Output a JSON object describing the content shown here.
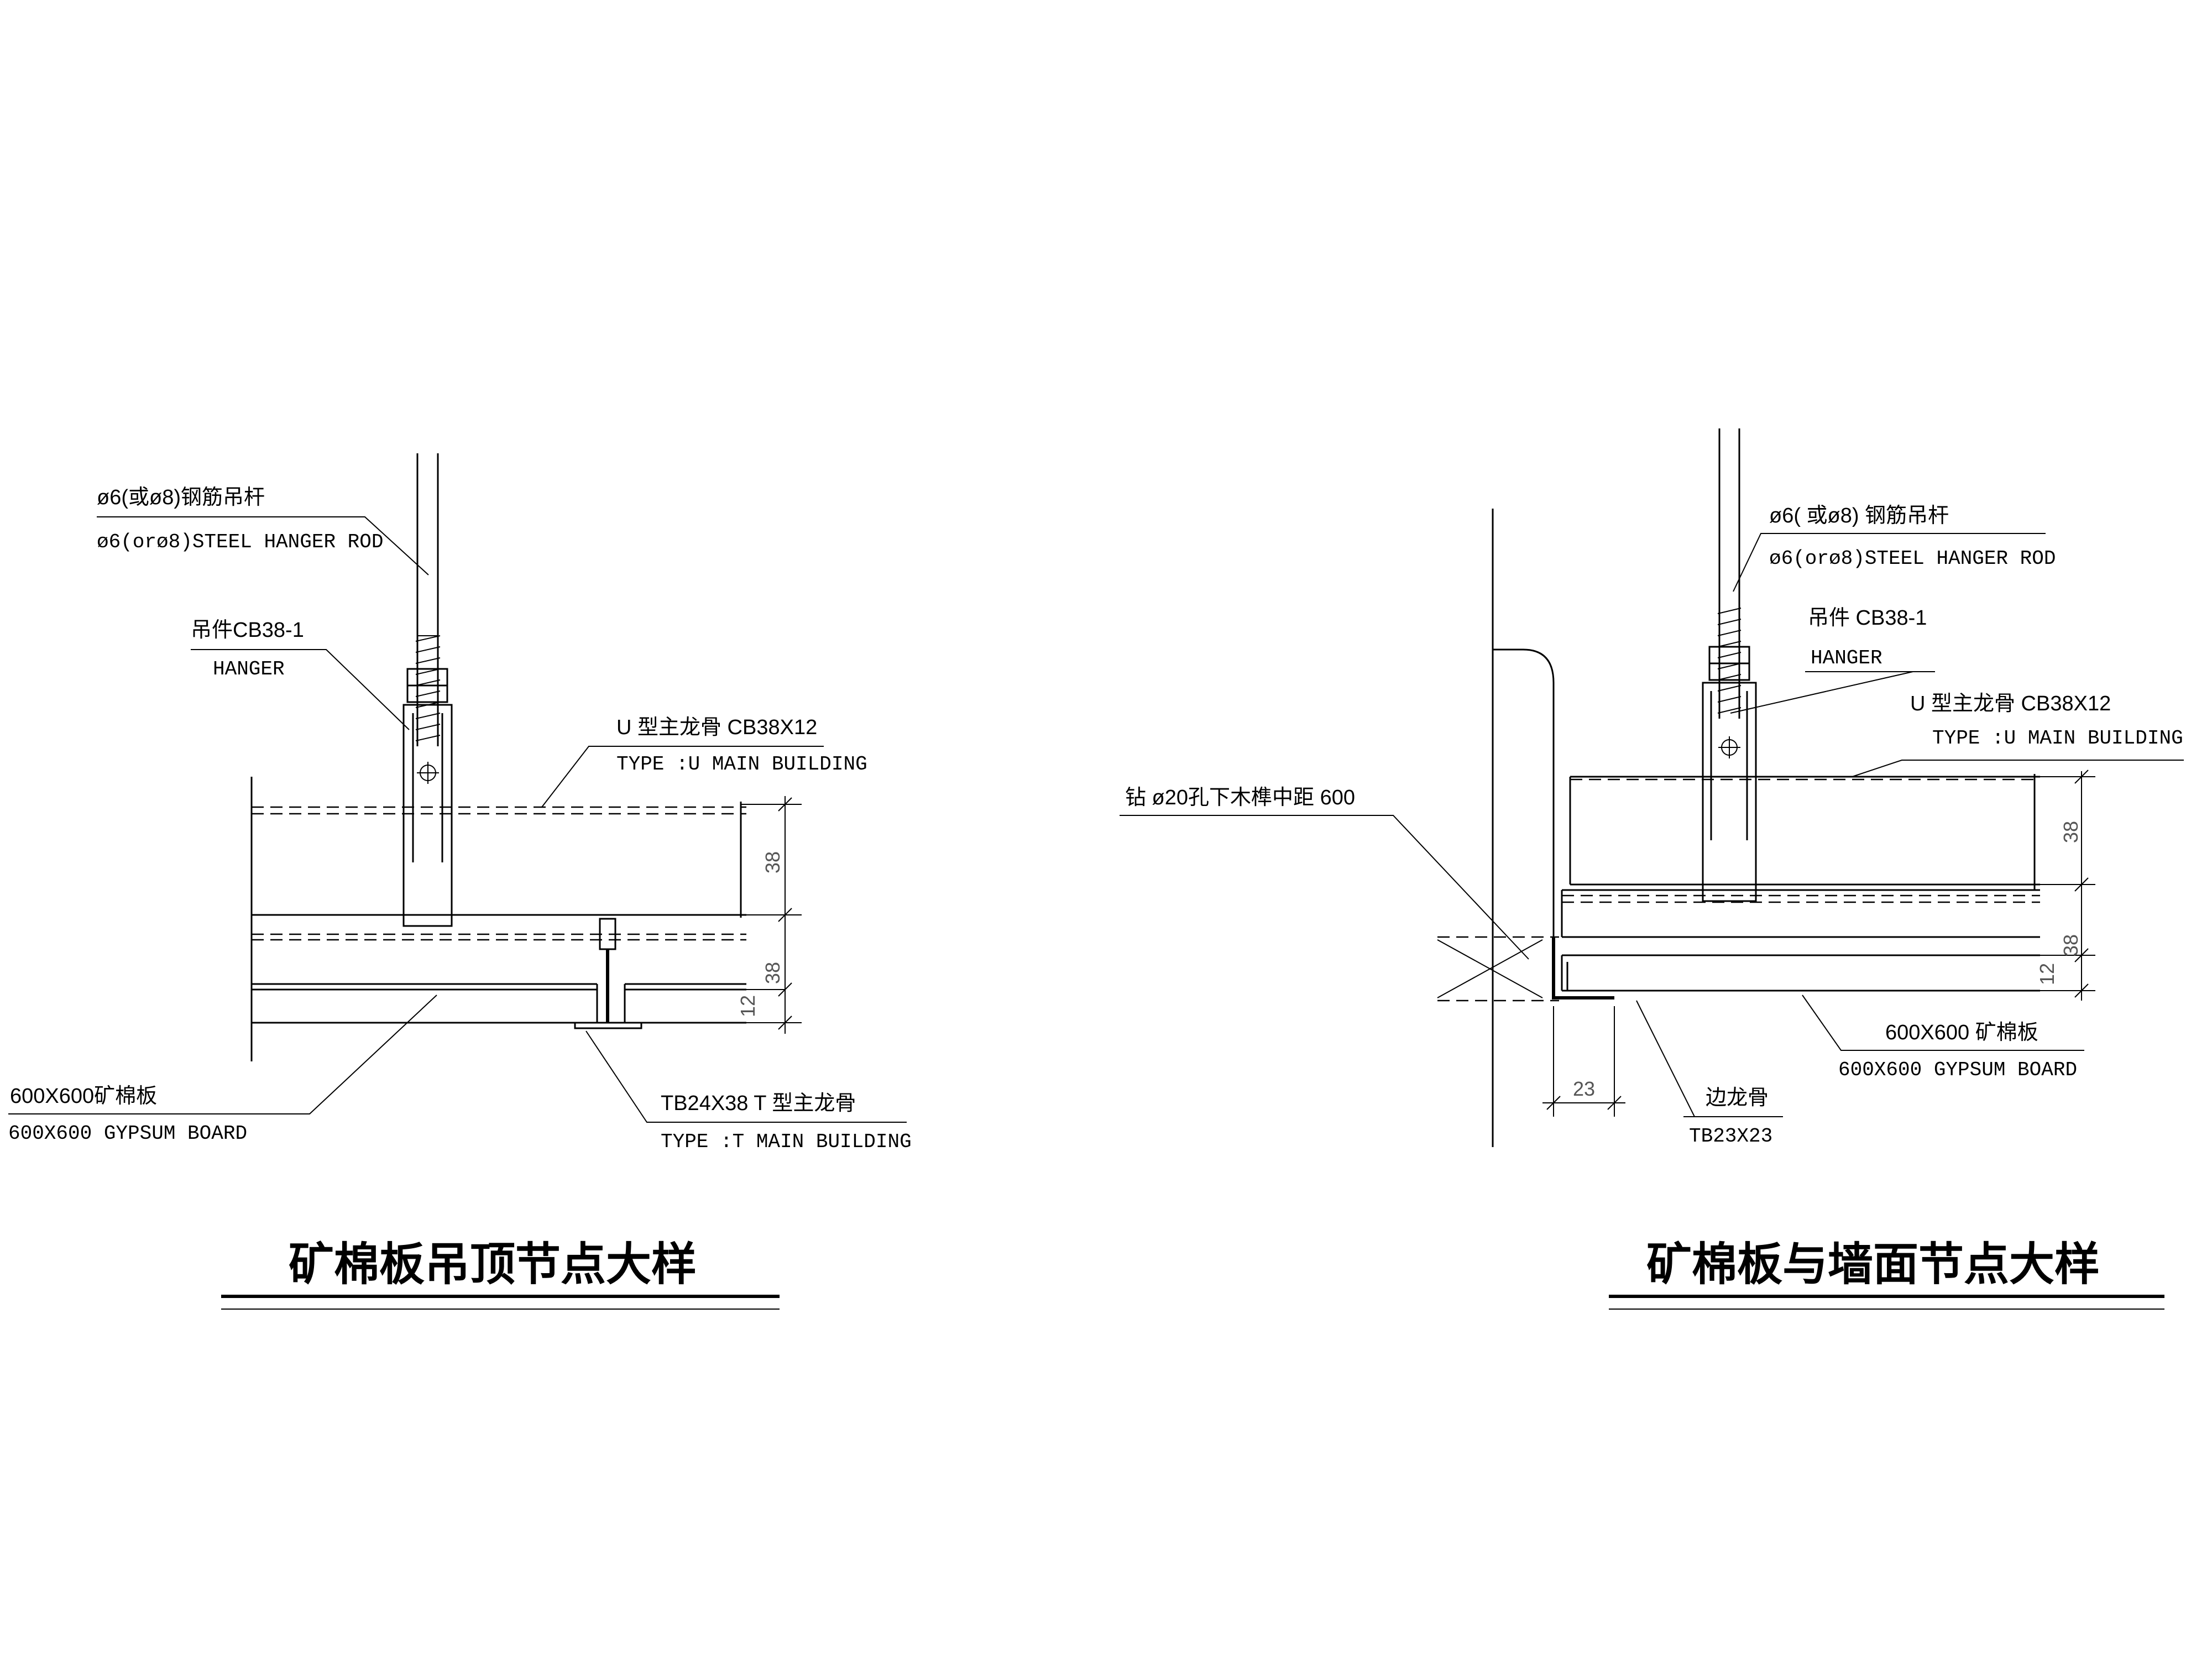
{
  "left_detail": {
    "title": "矿棉板吊顶节点大样",
    "rod_label_cn": "ø6(或ø8)钢筋吊杆",
    "rod_label_en": "ø6(orø8)STEEL HANGER ROD",
    "hanger_label_cn": "吊件CB38-1",
    "hanger_label_en": "HANGER",
    "u_keel_label_cn": "U 型主龙骨 CB38X12",
    "u_keel_label_en": "TYPE :U  MAIN BUILDING",
    "t_keel_label_cn": "TB24X38 T 型主龙骨",
    "t_keel_label_en": "TYPE :T  MAIN BUILDING",
    "board_label_cn": "600X600矿棉板",
    "board_label_en": "600X600 GYPSUM BOARD",
    "dims": [
      "38",
      "38",
      "12"
    ]
  },
  "right_detail": {
    "title": "矿棉板与墙面节点大样",
    "rod_label_cn": "ø6( 或ø8) 钢筋吊杆",
    "rod_label_en": "ø6(orø8)STEEL HANGER ROD",
    "hanger_label_cn": "吊件  CB38-1",
    "hanger_label_en": "HANGER",
    "u_keel_label_cn": "U 型主龙骨  CB38X12",
    "u_keel_label_en": "TYPE :U  MAIN BUILDING",
    "drill_label": "钻 ø20孔下木榫中距 600",
    "board_label_cn": "600X600 矿棉板",
    "board_label_en": "600X600 GYPSUM BOARD",
    "edge_keel_label_cn": "边龙骨",
    "edge_keel_label_en": "TB23X23",
    "dims": [
      "38",
      "38",
      "12",
      "23"
    ]
  }
}
